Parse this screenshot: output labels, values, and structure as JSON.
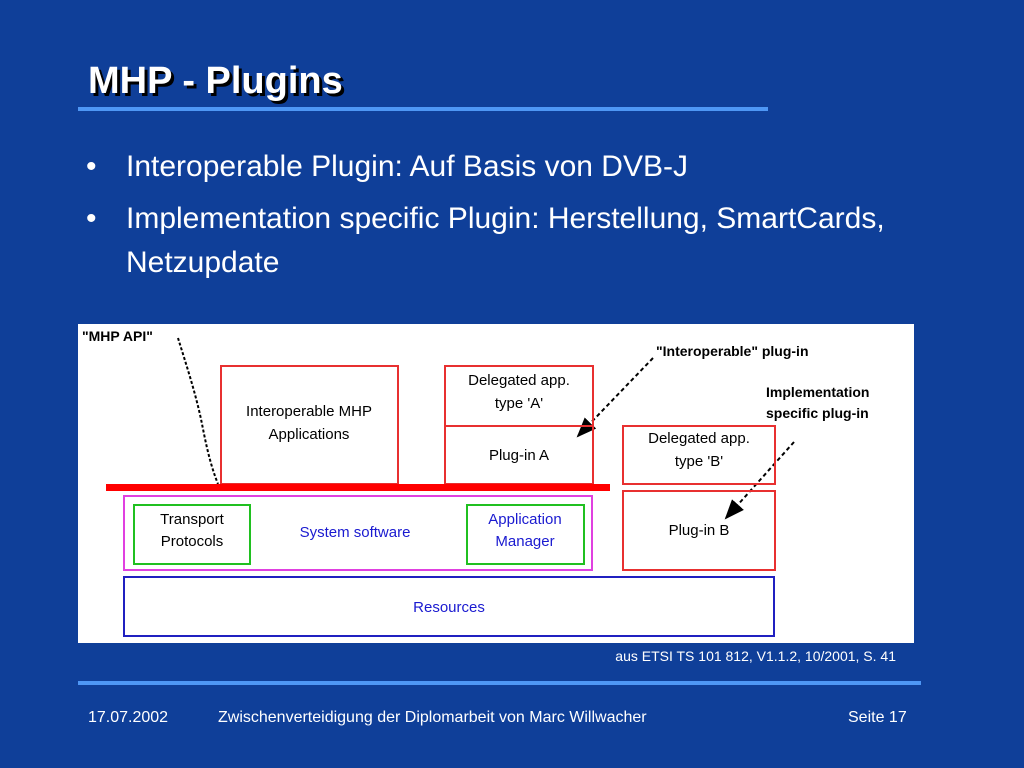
{
  "slide": {
    "title": "MHP - Plugins",
    "bullets": [
      {
        "marker": "•",
        "text": "Interoperable Plugin: Auf Basis von DVB-J"
      },
      {
        "marker": "•",
        "text": "Implementation specific Plugin: Herstellung, SmartCards, Netzupdate"
      }
    ]
  },
  "diagram": {
    "mhp_api_label": "\"MHP API\"",
    "interoperable_plugin_label": "\"Interoperable\" plug-in",
    "impl_specific_label_line1": "Implementation",
    "impl_specific_label_line2": "specific plug-in",
    "interop_apps_line1": "Interoperable MHP",
    "interop_apps_line2": "Applications",
    "delegated_a_line1": "Delegated app.",
    "delegated_a_line2": "type 'A'",
    "plugin_a": "Plug-in A",
    "delegated_b_line1": "Delegated app.",
    "delegated_b_line2": "type 'B'",
    "plugin_b": "Plug-in B",
    "transport_line1": "Transport",
    "transport_line2": "Protocols",
    "system_software": "System software",
    "app_manager_line1": "Application",
    "app_manager_line2": "Manager",
    "resources": "Resources",
    "colors": {
      "api_bar": "#ff0000",
      "app_box": "#e83030",
      "system_box": "#e040e0",
      "green_box": "#20c020",
      "resources_box": "#2020c0",
      "blue_text": "#1a1ad0"
    }
  },
  "source_note": "aus ETSI TS 101 812, V1.1.2, 10/2001, S. 41",
  "footer": {
    "date": "17.07.2002",
    "center": "Zwischenverteidigung der Diplomarbeit von Marc Willwacher",
    "page": "Seite 17"
  },
  "colors": {
    "background": "#0f3f99",
    "rule": "#4e97f5",
    "text": "#ffffff"
  }
}
